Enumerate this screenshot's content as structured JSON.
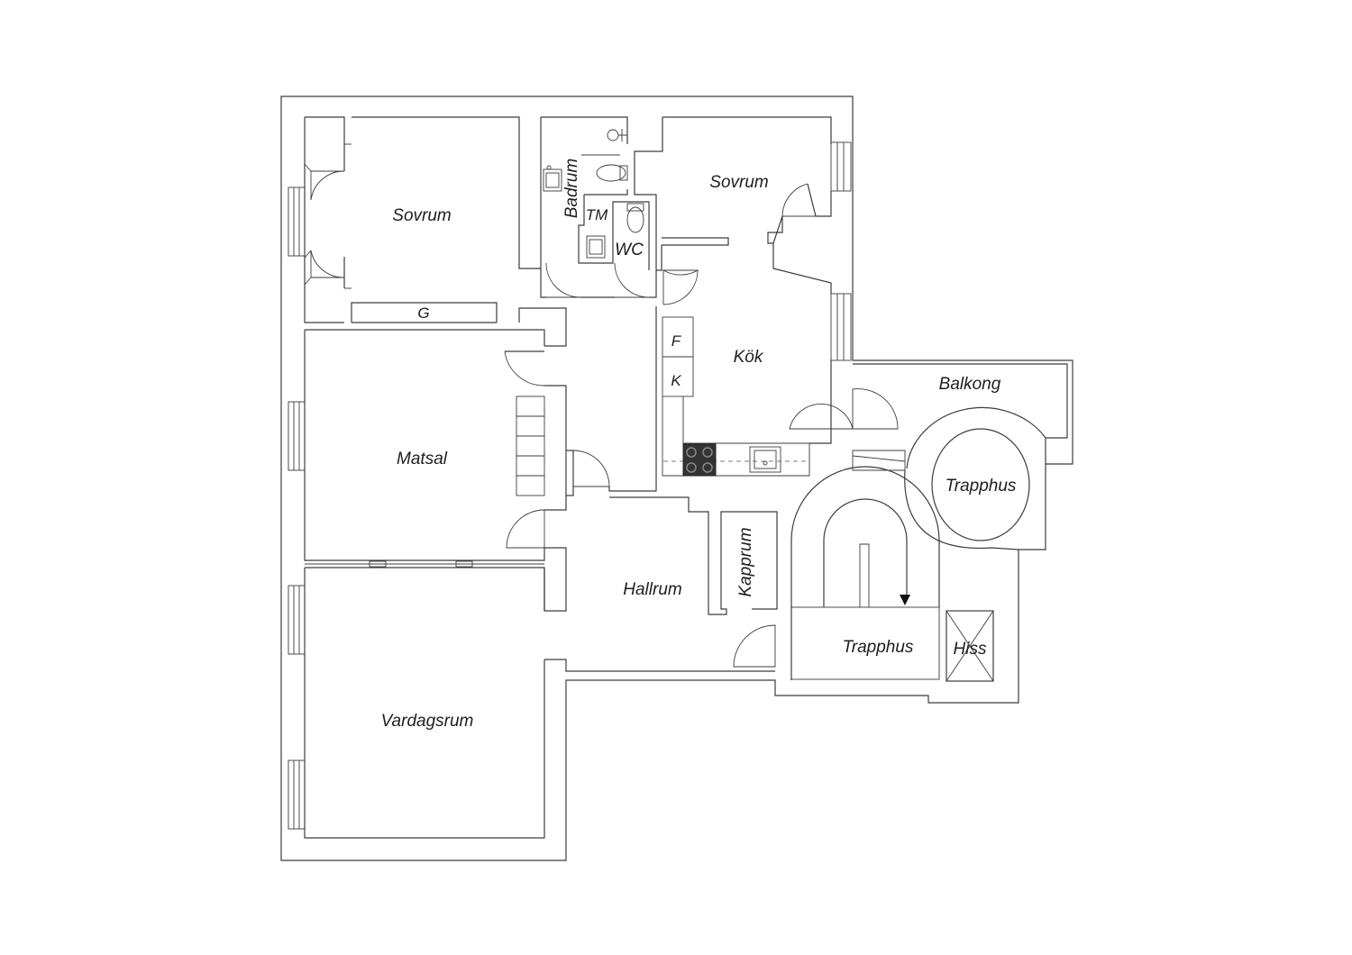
{
  "rooms": {
    "sovrum_left": "Sovrum",
    "sovrum_right": "Sovrum",
    "badrum": "Badrum",
    "tm": "TM",
    "wc": "WC",
    "garderob": "G",
    "kok": "Kök",
    "fridge": "F",
    "freezer": "K",
    "matsal": "Matsal",
    "balkong": "Balkong",
    "trapphus_round": "Trapphus",
    "kapprum": "Kapprum",
    "hallrum": "Hallrum",
    "trapphus": "Trapphus",
    "hiss": "Hiss",
    "vardagsrum": "Vardagsrum"
  },
  "colors": {
    "wall": "#3c3c3c",
    "background": "#ffffff",
    "stove": "#333333"
  }
}
